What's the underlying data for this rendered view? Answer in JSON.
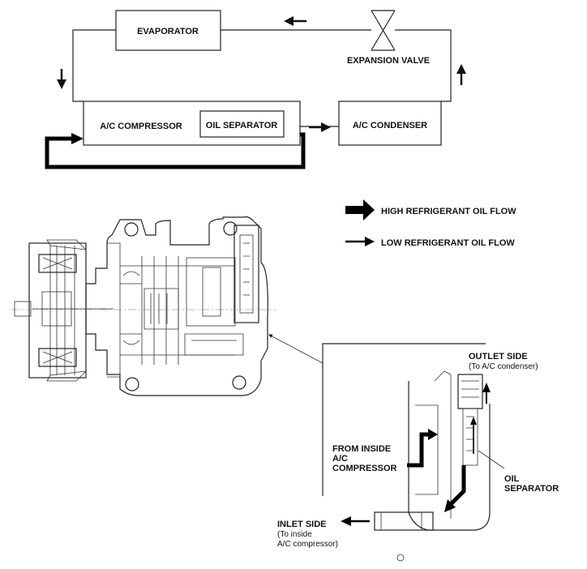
{
  "cycle": {
    "evaporator": "EVAPORATOR",
    "expansion_valve": "EXPANSION VALVE",
    "compressor": "A/C COMPRESSOR",
    "oil_separator": "OIL SEPARATOR",
    "condenser": "A/C CONDENSER"
  },
  "legend": {
    "high": "HIGH REFRIGERANT OIL FLOW",
    "low": "LOW REFRIGERANT OIL FLOW"
  },
  "detail": {
    "outlet_side": "OUTLET SIDE",
    "outlet_sub": "(To A/C condenser)",
    "from_inside_1": "FROM INSIDE",
    "from_inside_2": "A/C",
    "from_inside_3": "COMPRESSOR",
    "oil_sep_1": "OIL",
    "oil_sep_2": "SEPARATOR",
    "inlet_side": "INLET SIDE",
    "inlet_sub_1": "(To inside",
    "inlet_sub_2": "A/C compressor)"
  },
  "colors": {
    "line": "#222222",
    "background": "#ffffff"
  }
}
